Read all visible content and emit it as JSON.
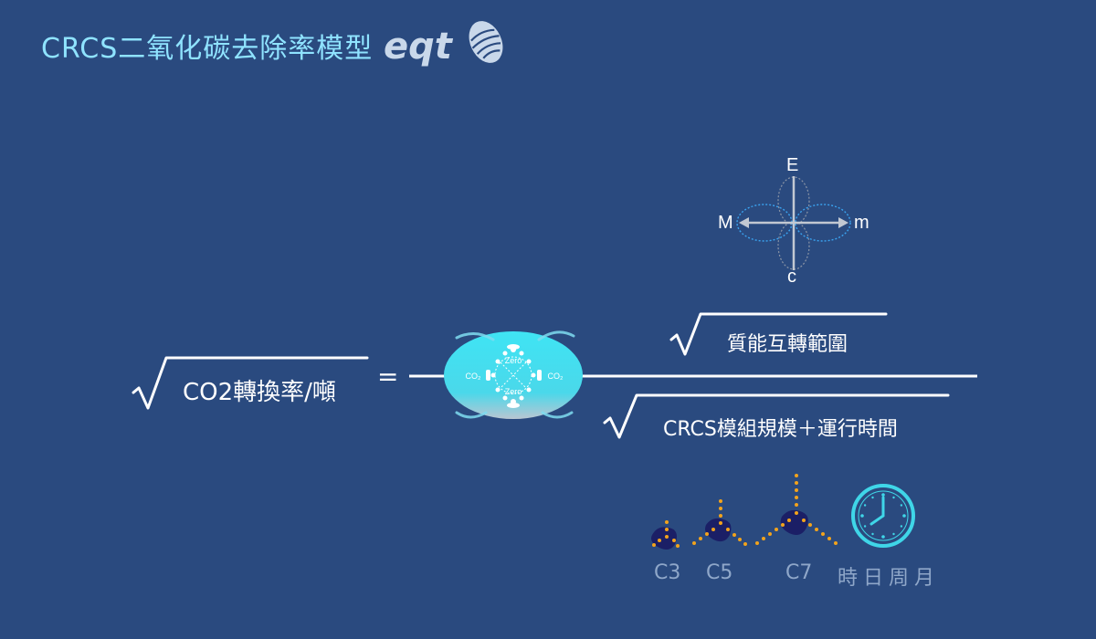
{
  "header": {
    "title": "CRCS二氧化碳去除率模型",
    "logo_text": "eqt"
  },
  "formula": {
    "lhs": "CO2轉換率/噸",
    "equals": "=",
    "numerator": "質能互轉範圍",
    "denominator": "CRCS模組規模＋運行時間",
    "center_badge": {
      "top_label": "Zero",
      "bottom_label": "Zero",
      "left_label": "CO₂",
      "right_label": "CO₂"
    }
  },
  "compass": {
    "top": "E",
    "left": "M",
    "right": "m",
    "bottom": "c"
  },
  "bottom_row": {
    "c3": "C3",
    "c5": "C5",
    "c7": "C7",
    "time_units": "時日周月"
  },
  "colors": {
    "background": "#2a4a7f",
    "title": "#8fe3ff",
    "accent_cyan": "#3fd6e8",
    "molecule_dot": "#f2a31c",
    "molecule_node": "#1b1f66",
    "label_gray": "#8fa7c9"
  }
}
